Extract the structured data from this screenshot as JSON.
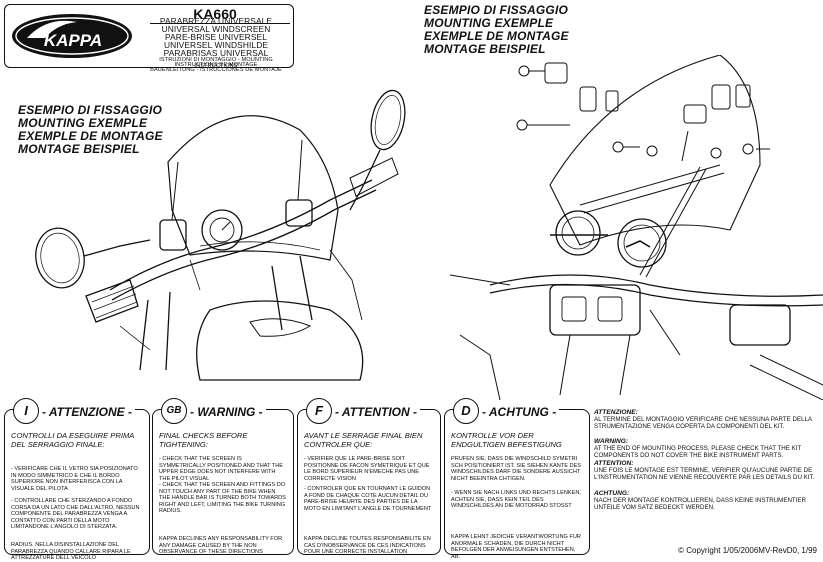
{
  "header": {
    "model": "KA660",
    "logo": {
      "text": "KAPPA"
    },
    "product_names": [
      "PARABREZZA UNIVERSALE",
      "UNIVERSAL WINDSCREEN",
      "PARE-BRISE UNIVERSEL",
      "UNIVERSEL WINDSHILDE",
      "PARABRISAS UNIVERSAL"
    ],
    "instructions": [
      "ISTRUZIONI DI MONTAGGIO - MOUNTING INSTRUCTIONS",
      "INSTRUCTIONS DE MONTAGE",
      "BAUENLEITUNG - ISTRUCCIONES DE MONTAJE"
    ]
  },
  "left_heading": [
    "ESEMPIO DI FISSAGGIO",
    "MOUNTING EXEMPLE",
    "EXEMPLE DE MONTAGE",
    "MONTAGE BEISPIEL"
  ],
  "right_heading": [
    "ESEMPIO DI FISSAGGIO",
    "MOUNTING EXEMPLE",
    "EXEMPLE DE MONTAGE",
    "MONTAGE BEISPIEL"
  ],
  "warnings": [
    {
      "badge": "I",
      "title": "ATTENZIONE",
      "subtitle": "CONTROLLI DA ESEGUIRE PRIMA DEL SERRAGGIO FINALE:",
      "items": [
        "- VERIFICARE CHE IL VETRO SIA POSIZIONATO IN MODO SIMMETRICO E CHE IL BORDO SUPERIORE NON INTERFERISCA CON LA VISUALE DEL PILOTA",
        "- CONTROLLARE CHE STERZANDO A FONDO CORSA DA UN LATO CHE DALL'ALTRO, NESSUN COMPONENTE DEL PARABREZZA VENGA A CONTATTO CON PARTI DELLA MOTO LIMITANDONE L'ANGOLO DI STERZATA."
      ],
      "note": "RADIUS. NELLA DISINSTALLAZIONE DEL PARABREZZA QUANDO CALLARE RIPARA LE ATTREZZATURE DELL VEICOLO"
    },
    {
      "badge": "GB",
      "title": "WARNING",
      "subtitle": "FINAL CHECKS BEFORE TIGHTENING:",
      "items": [
        "- CHECK THAT THE SCREEN IS SYMMETRICALLY POSITIONED AND THAT THE UPPER EDGE DOES NOT INTERFERE WITH THE PILOT VISUAL",
        "- CHECK THAT THE SCREEN AND FITTINGS DO NOT TOUCH ANY PART OF THE BIKE WHEN THE HANDLE BAR IS TURNED BOTH TOWARDS RIGHT AND LEFT, LIMITING THE BIKE TURNING RADIUS."
      ],
      "note": "KAPPA DECLINES ANY RESPONSABILITY FOR ANY DAMAGE CAUSED BY THE NON OBSERVANCE OF THESE DIRECTIONS"
    },
    {
      "badge": "F",
      "title": "ATTENTION",
      "subtitle": "AVANT LE SERRAGE FINAL BIEN CONTROLER QUE:",
      "items": [
        "- VERIFIER QUE LE PARE-BRISE SOIT POSITIONNE DE FACON SYMETRIQUE ET QUE LE BORD SUPERIEUR N'EMECHE PAS UNE CORRECTE VISION",
        "- CONTROLER QUE EN TOURNANT LE GUIDON A FOND DE CHAQUE COTE AUCUN DETAIL DU PARE-BRISE HEURTE DES PARTIES DE LA MOTO EN LIMITANT L'ANGLE DE TOURNEMENT"
      ],
      "note": "KAPPA DECLINE TOUTES RESPONSABILITE EN CAS D'INOBSERVANCE DE CES INDICATIONS POUR UNE CORRECTE INSTALLATION"
    },
    {
      "badge": "D",
      "title": "ACHTUNG",
      "subtitle": "KONTROLLE VOR DER ENDGULTIGEN BEFESTIGUNG",
      "items": [
        "PRUFEN SIE, DASS DIE WINDSCHILD SYMETRI SCH POSITIONIERT IST. SIE SIEHEN KANTE DES WINDSCHILDES DARF DIE SONDERE AUSSICHT NICHT BEEINTRA CHTIGEN.",
        "- WENN SIE NACH LINKS UND RECHTS LENKEN, ACHTEN SIE, DASS KEIN TEIL DES WINDSCHILDES AN DIE MOTORRAD STOßT"
      ],
      "note": "KAPPA LEHNT JEDICHE VERANTWORTUNG FUR ANORMALE SCHADEN, DIE DURCH NICHT BEFOLGEN DER ANWEISUNGEN ENTSTEHEN, AB."
    }
  ],
  "right_text": [
    {
      "label": "ATTENZIONE:",
      "text": "AL TERMINE DEL MONTAGGIO VERIFICARE CHE NESSUNA PARTE DELLA STRUMENTAZIONE VENGA COPERTA DA COMPONENTI DEL KIT."
    },
    {
      "label": "WARNING:",
      "text": "AT THE END OF MOUNTING PROCESS, PLEASE CHECK THAT THE KIT COMPONENTS DO NOT COVER THE BIKE INSTRUMENT PARTS."
    },
    {
      "label": "ATTENTION:",
      "text": "UNE FOIS LE MONTAGE EST TERMINE, VERIFIER QU'AUCUNE PARTIE DE L'INSTRUMENTATION NE VIENNE RECOUVERTE PAR LES DETAILS DU KIT."
    },
    {
      "label": "ACHTUNG:",
      "text": "NACH DER MONTAGE KONTROLLIEREN, DAß KEINE INSTRUMENTIER UNTEILE VOM SATZ BEDECKT WERDEN."
    }
  ],
  "copyright": "© Copyright 1/05/2006MV-RevD0, 1/99"
}
